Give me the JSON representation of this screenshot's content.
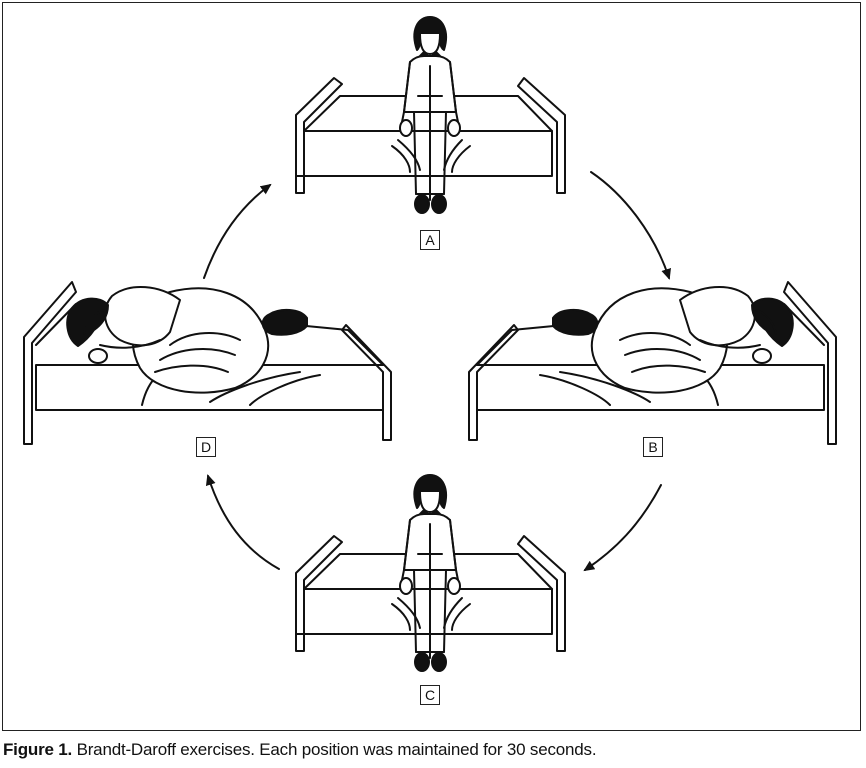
{
  "figure": {
    "labels": {
      "a": "A",
      "b": "B",
      "c": "C",
      "d": "D"
    },
    "caption": {
      "number": "Figure 1.",
      "text": " Brandt-Daroff exercises. Each position was maintained for 30 seconds."
    }
  }
}
